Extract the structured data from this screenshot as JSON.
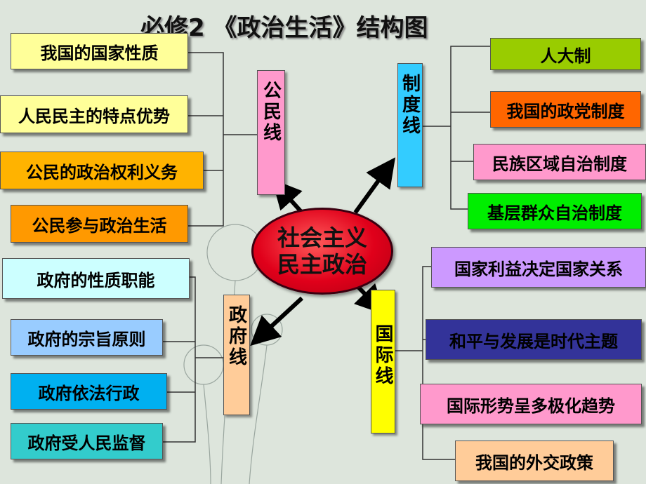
{
  "title": "必修2 《政治生活》结构图",
  "center": {
    "label": "社会主义民主政治",
    "color": "#e0001a"
  },
  "branches": [
    {
      "id": "citizen",
      "label": "公民线",
      "color": "#ff99cc",
      "items": [
        {
          "label": "我国的国家性质",
          "color": "#ffff99"
        },
        {
          "label": "人民民主的特点优势",
          "color": "#ffff99"
        },
        {
          "label": "公民的政治权利义务",
          "color": "#ffb300"
        },
        {
          "label": "公民参与政治生活",
          "color": "#ff9900"
        }
      ]
    },
    {
      "id": "system",
      "label": "制度线",
      "color": "#33ccff",
      "items": [
        {
          "label": "人大制",
          "color": "#99cc00"
        },
        {
          "label": "我国的政党制度",
          "color": "#ff6600"
        },
        {
          "label": "民族区域自治制度",
          "color": "#ff99cc"
        },
        {
          "label": "基层群众自治制度",
          "color": "#00ee00"
        }
      ]
    },
    {
      "id": "government",
      "label": "政府线",
      "color": "#ffcc99",
      "items": [
        {
          "label": "政府的性质职能",
          "color": "#ccffff"
        },
        {
          "label": "政府的宗旨原则",
          "color": "#99ccff"
        },
        {
          "label": "政府依法行政",
          "color": "#00b0f0"
        },
        {
          "label": "政府受人民监督",
          "color": "#33cccc"
        }
      ]
    },
    {
      "id": "international",
      "label": "国际线",
      "color": "#ffff00",
      "items": [
        {
          "label": "国家利益决定国家关系",
          "color": "#cc99ff"
        },
        {
          "label": "和平与发展是时代主题",
          "color": "#333399"
        },
        {
          "label": "国际形势呈多极化趋势",
          "color": "#ff99cc"
        },
        {
          "label": "我国的外交政策",
          "color": "#ffcc99"
        }
      ]
    }
  ]
}
